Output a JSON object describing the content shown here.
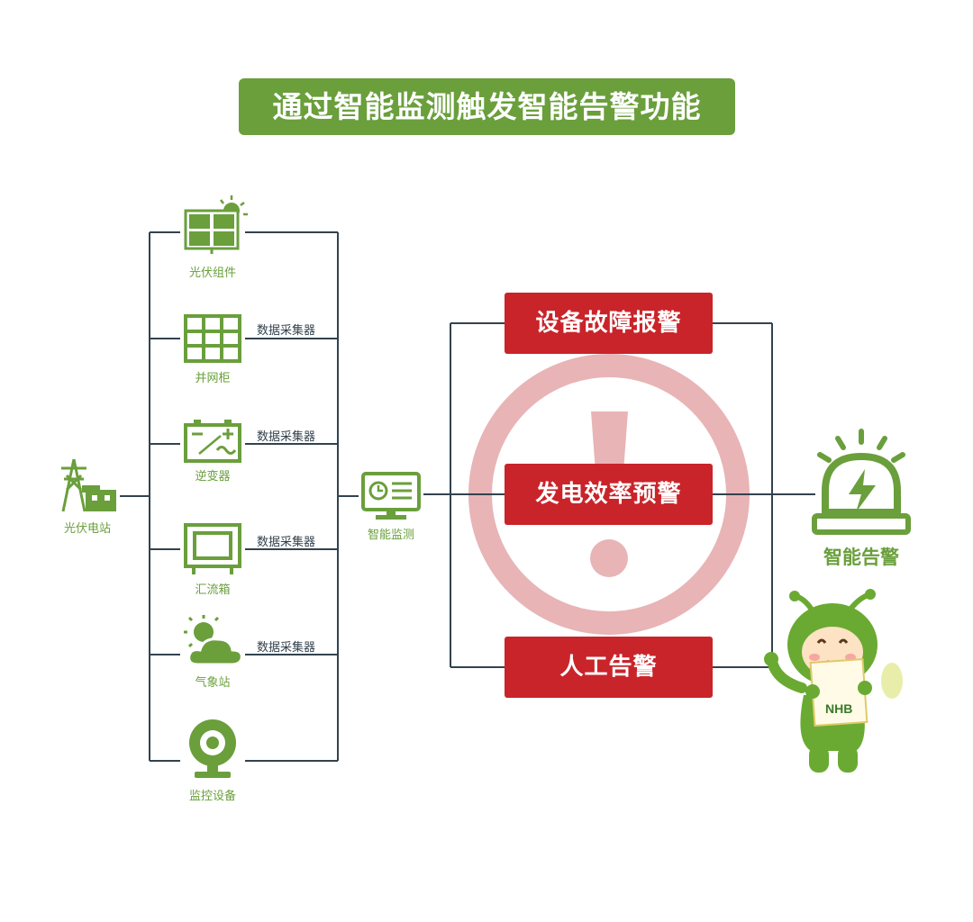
{
  "title": "通过智能监测触发智能告警功能",
  "station": {
    "label": "光伏电站",
    "icon": "power-station-icon"
  },
  "devices": [
    {
      "id": "pv-module",
      "label": "光伏组件",
      "icon": "solar-panel-icon"
    },
    {
      "id": "grid-cabinet",
      "label": "并网柜",
      "icon": "grid-cabinet-icon"
    },
    {
      "id": "inverter",
      "label": "逆变器",
      "icon": "inverter-icon"
    },
    {
      "id": "combiner-box",
      "label": "汇流箱",
      "icon": "combiner-box-icon"
    },
    {
      "id": "weather-station",
      "label": "气象站",
      "icon": "weather-icon"
    },
    {
      "id": "monitoring-device",
      "label": "监控设备",
      "icon": "camera-icon"
    }
  ],
  "collector_labels": [
    "数据采集器",
    "数据采集器",
    "数据采集器",
    "数据采集器"
  ],
  "monitor": {
    "label": "智能监测",
    "icon": "monitor-icon"
  },
  "alarms": [
    "设备故障报警",
    "发电效率预警",
    "人工告警"
  ],
  "smart_alarm": {
    "label": "智能告警",
    "icon": "alarm-light-icon"
  },
  "mascot": {
    "badge": "NHB"
  },
  "colors": {
    "green": "#6a9f3c",
    "red": "#c9242a",
    "line": "#33424e",
    "watermark": "#e8b4b6"
  }
}
